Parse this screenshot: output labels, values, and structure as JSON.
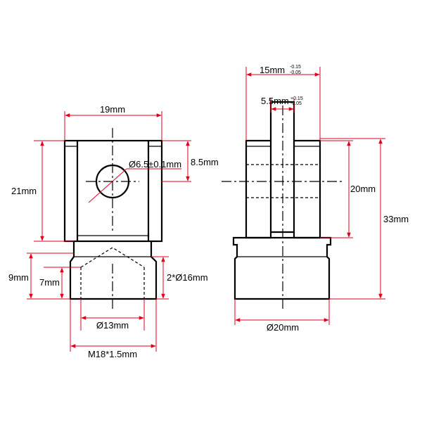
{
  "diagram": {
    "colors": {
      "dimension_lines": "#e0001b",
      "outline": "#000000"
    },
    "left_view": {
      "labels": {
        "width_19": "19mm",
        "hole_dia": "Ø6.5±0.1mm",
        "hole_height": "8.5mm",
        "height_21": "21mm",
        "height_9": "9mm",
        "height_7": "7mm",
        "counterbore": "2*Ø16mm",
        "drill_dia": "Ø13mm",
        "thread": "M18*1.5mm"
      }
    },
    "right_view": {
      "labels": {
        "width_15": "15mm",
        "width_15_tol_upper": "-0.15",
        "width_15_tol_lower": "-0.05",
        "slot_5_5": "5.5mm",
        "slot_tol_upper": "+0.15",
        "slot_tol_lower": "-0.05",
        "height_20": "20mm",
        "height_33": "33mm",
        "diameter_20": "Ø20mm"
      }
    }
  }
}
